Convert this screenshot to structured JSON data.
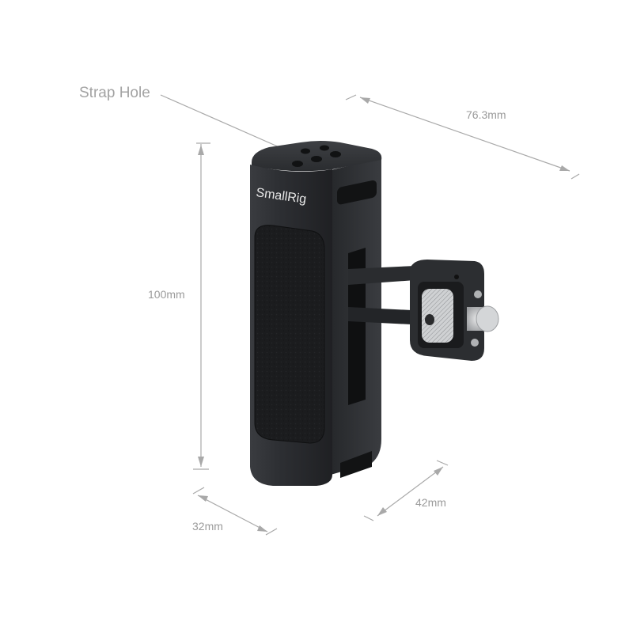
{
  "product": {
    "brand_logo_text": "SmallRig",
    "body_color": "#2b2d30",
    "grip_color": "#1c1d1f",
    "screw_color": "#c9cbcd"
  },
  "annotations": {
    "strap_hole": "Strap Hole",
    "width_top": "76.3mm",
    "height": "100mm",
    "depth_front": "32mm",
    "depth_side": "42mm"
  },
  "dimension_line_color": "#a9a9a9",
  "label_color": "#9a9a9a"
}
